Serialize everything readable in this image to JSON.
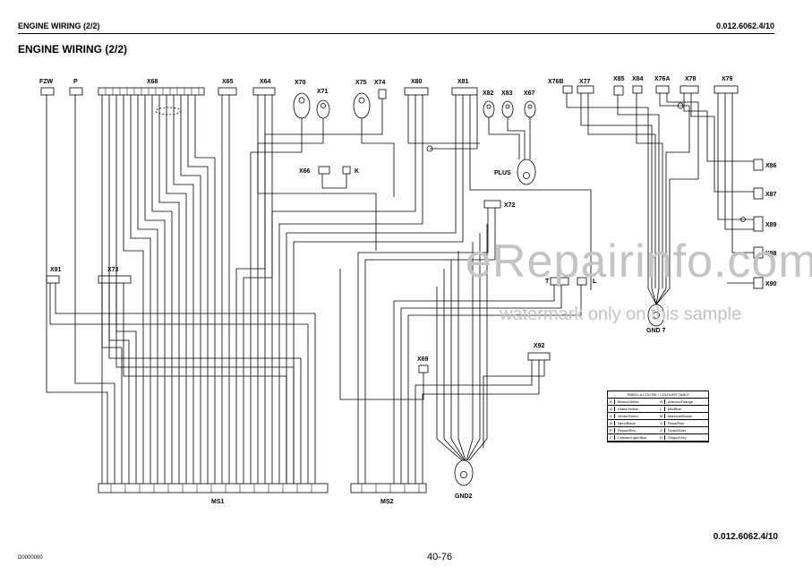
{
  "header": {
    "left": "ENGINE WIRING (2/2)",
    "right": "0.012.6062.4/10"
  },
  "title": "ENGINE WIRING (2/2)",
  "connectors": {
    "fzw": "FZW",
    "p": "P",
    "x68": "X68",
    "x65": "X65",
    "x64": "X64",
    "x70": "X70",
    "x71": "X71",
    "x75": "X75",
    "x74": "X74",
    "x80": "X80",
    "x81": "X81",
    "x82": "X82",
    "x83": "X83",
    "x67": "X67",
    "x76b": "X76B",
    "x77": "X77",
    "x85": "X85",
    "x84": "X84",
    "x76a": "X76A",
    "x78": "X78",
    "x79": "X79",
    "x86": "X86",
    "x87": "X87",
    "x89": "X89",
    "x88": "X88",
    "x90": "X90",
    "x66": "X66",
    "k": "K",
    "x72": "X72",
    "x91": "X91",
    "x73": "X73",
    "t": "T",
    "l": "L",
    "x92": "X92",
    "x69": "X69",
    "plus": "PLUS",
    "gnd7": "GND 7",
    "gnd2": "GND2",
    "ms1": "MS1",
    "ms2": "MS2"
  },
  "color_table": {
    "title": "TABELLA COLORI / COLOURS TABLE",
    "rows": [
      {
        "code": "B",
        "name": "Bianco/White"
      },
      {
        "code": "O",
        "name": "Arancio/Orange"
      },
      {
        "code": "G",
        "name": "Giallo/Yellow"
      },
      {
        "code": "L",
        "name": "Blu/Blue"
      },
      {
        "code": "V",
        "name": "Verde/Green"
      },
      {
        "code": "M",
        "name": "Marrone/Brown"
      },
      {
        "code": "N",
        "name": "Nero/Black"
      },
      {
        "code": "S",
        "name": "Rosa/Pink"
      },
      {
        "code": "R",
        "name": "Rosso/Red"
      },
      {
        "code": "Z",
        "name": "Viola/Violet"
      },
      {
        "code": "C",
        "name": "Celeste/Light Blue"
      },
      {
        "code": "H",
        "name": "Grigio/Grey"
      }
    ]
  },
  "footer": {
    "code": "0.012.6062.4/10",
    "page": "40-76",
    "doc_id": "D0000000"
  },
  "watermark": {
    "line1": "eRepairinfo.com",
    "line2": "watermark only on this sample"
  }
}
